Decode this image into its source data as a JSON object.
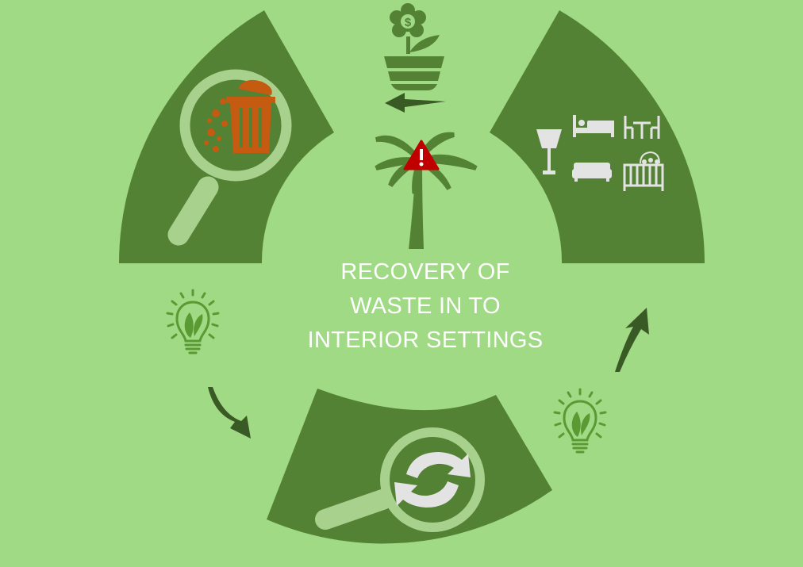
{
  "diagram": {
    "title_lines": [
      "RECOVERY OF",
      "WASTE IN TO",
      "INTERIOR SETTINGS"
    ],
    "icons": {
      "top": "money-plant-icon",
      "center": "palm-tree-warning-icon",
      "left_segment": "magnifier-trash-bin-icon",
      "right_segment": "furniture-icons",
      "bottom_segment": "magnifier-recycle-icon",
      "left_bulb": "eco-lightbulb-icon",
      "right_bulb": "eco-lightbulb-icon",
      "currency_symbol": "$"
    },
    "colors": {
      "background": "#a0da84",
      "segment": "#548235",
      "dark_arrow": "#3a5a25",
      "trash": "#c55a11",
      "warning": "#c00000",
      "pale": "#a9d18e",
      "white_gray": "#e3e3e3",
      "bulb": "#5a9a32"
    }
  }
}
